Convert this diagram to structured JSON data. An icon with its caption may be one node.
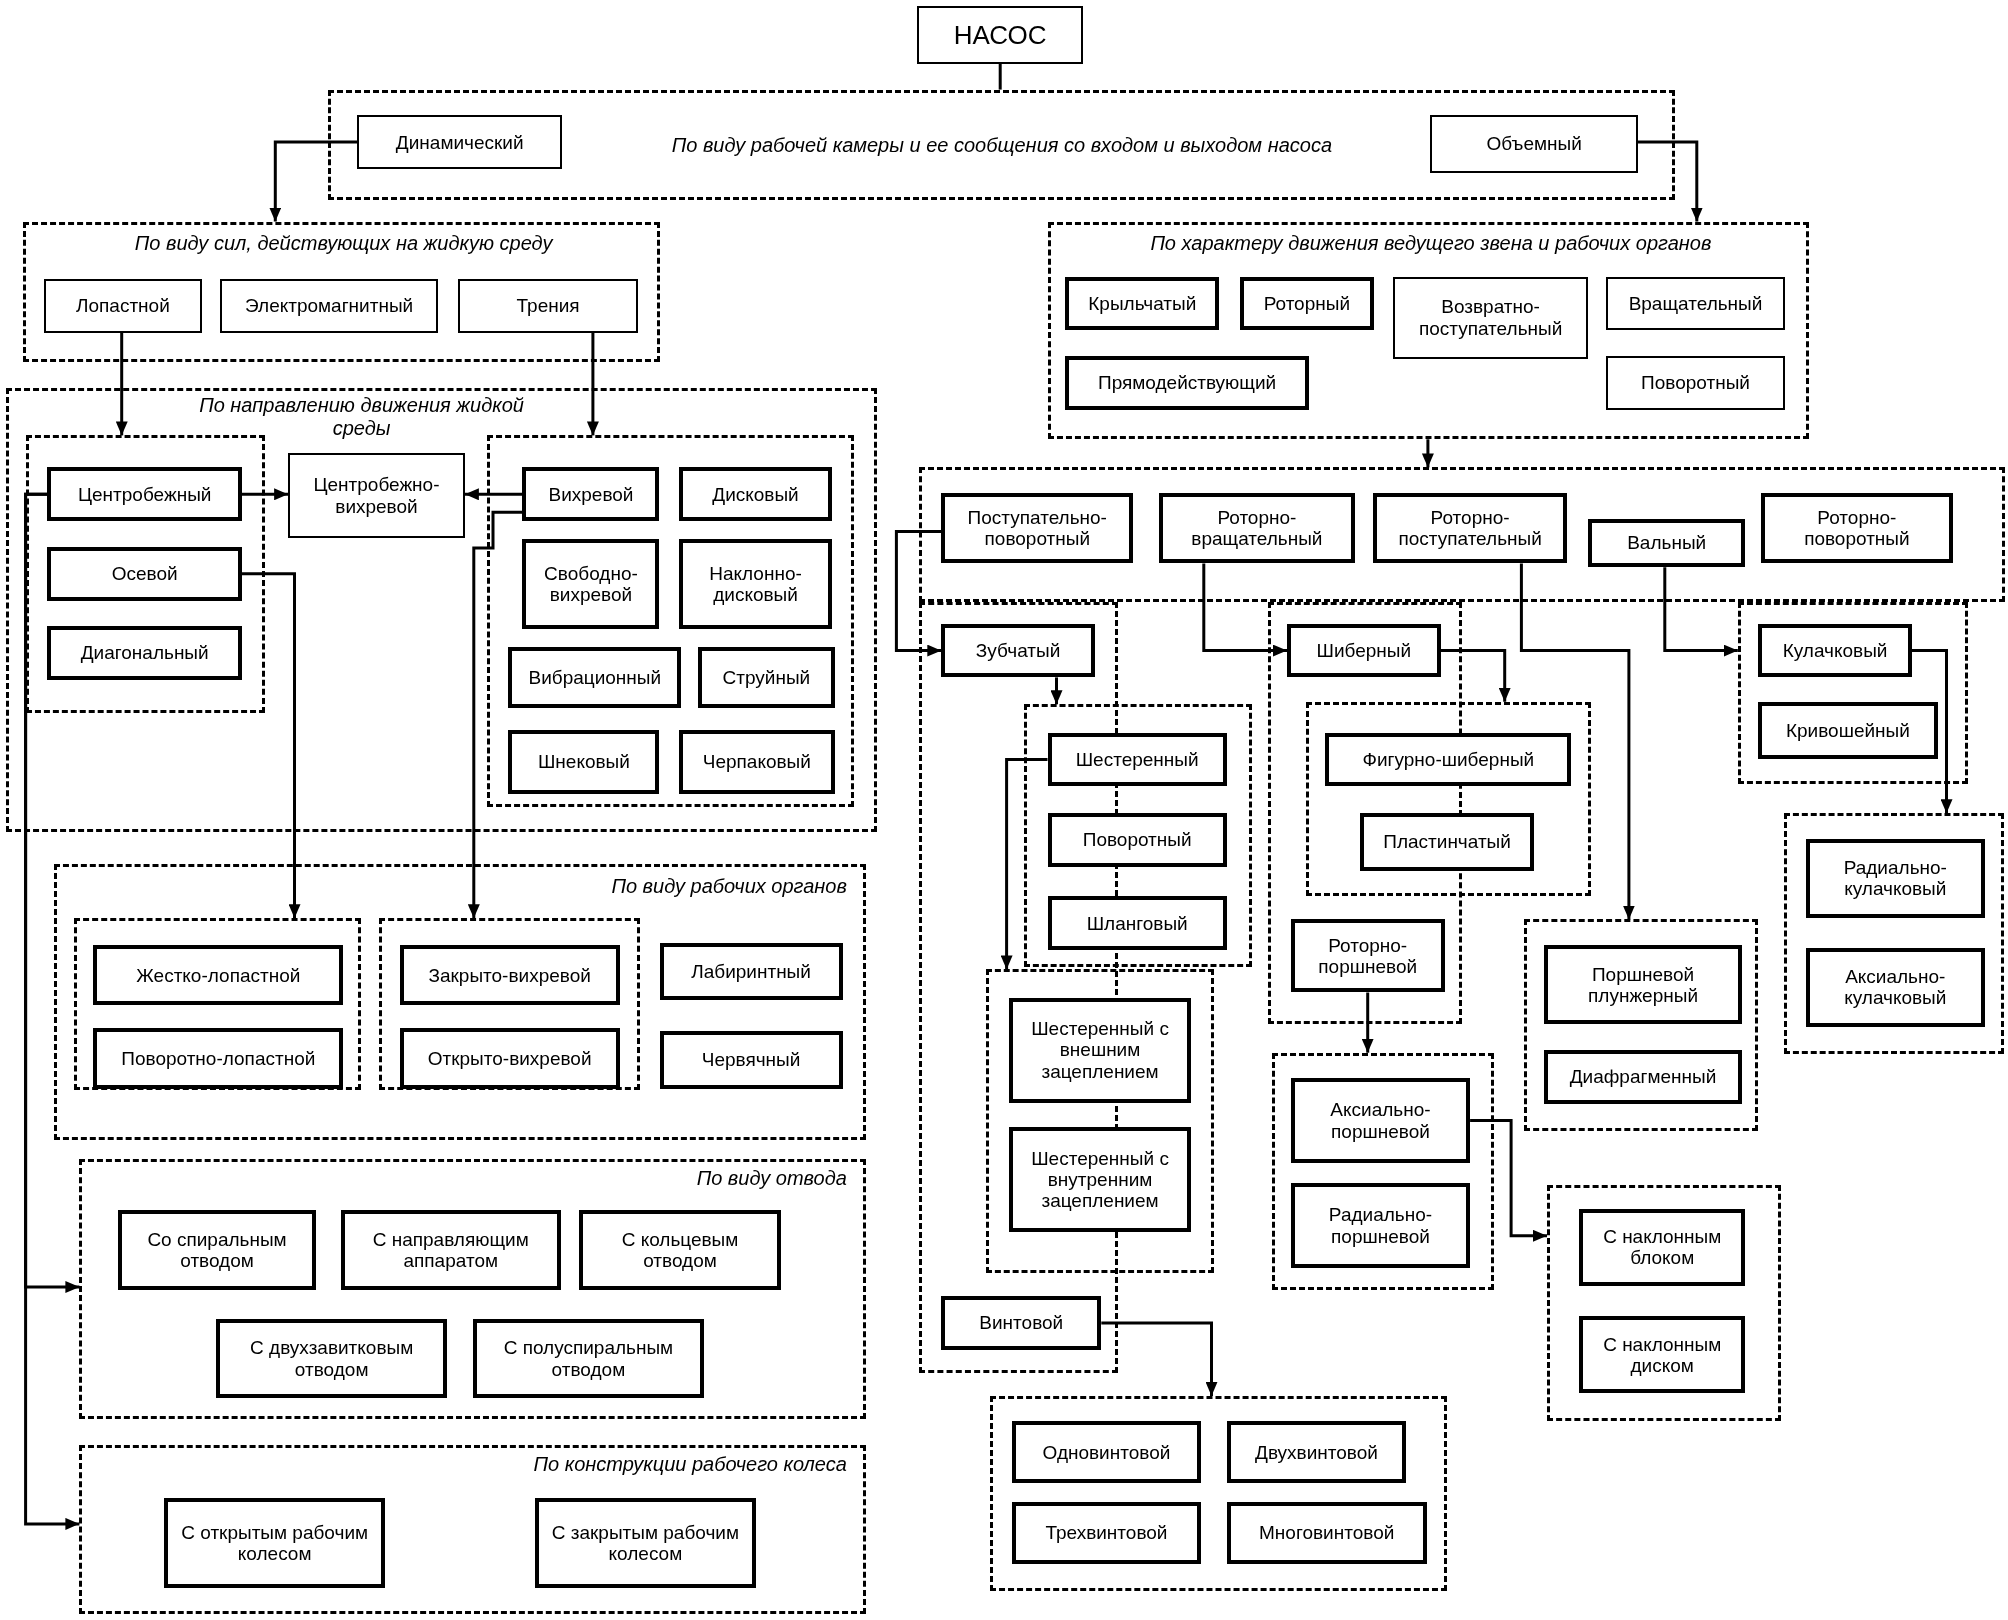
{
  "diagram": {
    "nodes": [
      {
        "text": [
          "НАСОС"
        ]
      },
      {
        "text": [
          "По виду рабочей камеры и ее сообщения со входом и выходом насоса"
        ]
      },
      {
        "text": [
          "Динамический"
        ],
        "in": 1
      },
      {
        "text": [
          "Объемный"
        ],
        "in": 1
      },
      {
        "text": [
          "По виду сил, действующих на жидкую среду"
        ]
      },
      {
        "text": [
          "Лопастной"
        ],
        "in": 4
      },
      {
        "text": [
          "Электромагнитный"
        ],
        "in": 4
      },
      {
        "text": [
          "Трения"
        ],
        "in": 4
      },
      {
        "text": [
          "По характеру движения ведущего звена и рабочих органов"
        ]
      },
      {
        "text": [
          "Крыльчатый"
        ],
        "in": 8
      },
      {
        "text": [
          "Роторный"
        ],
        "in": 8
      },
      {
        "text": [
          "Возвратно-поступательный"
        ],
        "in": 8
      },
      {
        "text": [
          "Вращательный"
        ],
        "in": 8
      },
      {
        "text": [
          "Прямодействующий"
        ],
        "in": 8
      },
      {
        "text": [
          "Поворотный"
        ],
        "in": 8
      },
      {
        "text": [
          "По направлению движения жидкой среды"
        ]
      },
      {
        "text": [],
        "shape": "box",
        "in": 15
      },
      {
        "text": [
          "Центробежный"
        ],
        "in": 16
      },
      {
        "text": [
          "Осевой"
        ],
        "in": 16
      },
      {
        "text": [
          "Диагональный"
        ],
        "in": 16
      },
      {
        "text": [
          "Центробежно-вихревой"
        ],
        "in": 15
      },
      {
        "text": [],
        "shape": "box",
        "in": 15
      },
      {
        "text": [
          "Вихревой"
        ],
        "in": 21
      },
      {
        "text": [
          "Дисковый"
        ],
        "in": 21
      },
      {
        "text": [
          "Свободно-вихревой"
        ],
        "in": 21
      },
      {
        "text": [
          "Наклонно-дисковый"
        ],
        "in": 21
      },
      {
        "text": [
          "Вибрационный"
        ],
        "in": 21
      },
      {
        "text": [
          "Струйный"
        ],
        "in": 21
      },
      {
        "text": [
          "Шнековый"
        ],
        "in": 21
      },
      {
        "text": [
          "Черпаковый"
        ],
        "in": 21
      },
      {
        "text": [
          "По виду рабочих органов"
        ]
      },
      {
        "text": [],
        "shape": "box",
        "in": 30
      },
      {
        "text": [
          "Жестко-лопастной"
        ],
        "in": 31
      },
      {
        "text": [
          "Поворотно-лопастной"
        ],
        "in": 31
      },
      {
        "text": [],
        "shape": "box",
        "in": 30
      },
      {
        "text": [
          "Закрыто-вихревой"
        ],
        "in": 34
      },
      {
        "text": [
          "Открыто-вихревой"
        ],
        "in": 34
      },
      {
        "text": [
          "Лабиринтный"
        ],
        "in": 30
      },
      {
        "text": [
          "Червячный"
        ],
        "in": 30
      },
      {
        "text": [
          "По виду отвода"
        ]
      },
      {
        "text": [
          "Со спиральным отводом"
        ],
        "in": 39
      },
      {
        "text": [
          "С направляющим аппаратом"
        ],
        "in": 39
      },
      {
        "text": [
          "С кольцевым отводом"
        ],
        "in": 39
      },
      {
        "text": [
          "С двухзавитковым отводом"
        ],
        "in": 39
      },
      {
        "text": [
          "С полуспиральным отводом"
        ],
        "in": 39
      },
      {
        "text": [
          "По конструкции рабочего колеса"
        ]
      },
      {
        "text": [
          "С открытым рабочим колесом"
        ],
        "in": 45
      },
      {
        "text": [
          "С закрытым рабочим колесом"
        ],
        "in": 45
      },
      {
        "text": [],
        "shape": "box"
      },
      {
        "text": [
          "Поступательно-поворотный"
        ],
        "in": 48
      },
      {
        "text": [
          "Роторно-вращательный"
        ],
        "in": 48
      },
      {
        "text": [
          "Роторно-поступательный"
        ],
        "in": 48
      },
      {
        "text": [
          "Вальный"
        ],
        "in": 48
      },
      {
        "text": [
          "Роторно-поворотный"
        ],
        "in": 48
      },
      {
        "text": [],
        "shape": "box"
      },
      {
        "text": [
          "Зубчатый"
        ],
        "in": 54
      },
      {
        "text": [],
        "shape": "box"
      },
      {
        "text": [
          "Шестеренный"
        ],
        "in": 56
      },
      {
        "text": [
          "Поворотный"
        ],
        "in": 56
      },
      {
        "text": [
          "Шланговый"
        ],
        "in": 56
      },
      {
        "text": [],
        "shape": "box"
      },
      {
        "text": [
          "Шестеренный с внешним зацеплением"
        ],
        "in": 60
      },
      {
        "text": [
          "Шестеренный с внутренним зацеплением"
        ],
        "in": 60
      },
      {
        "text": [
          "Винтовой"
        ],
        "in": 54
      },
      {
        "text": [],
        "shape": "box"
      },
      {
        "text": [
          "Одновинтовой"
        ],
        "in": 64
      },
      {
        "text": [
          "Двухвинтовой"
        ],
        "in": 64
      },
      {
        "text": [
          "Трехвинтовой"
        ],
        "in": 64
      },
      {
        "text": [
          "Многовинтовой"
        ],
        "in": 64
      },
      {
        "text": [],
        "shape": "box"
      },
      {
        "text": [
          "Шиберный"
        ],
        "in": 69
      },
      {
        "text": [],
        "shape": "box"
      },
      {
        "text": [
          "Фигурно-шиберный"
        ],
        "in": 71
      },
      {
        "text": [
          "Пластинчатый"
        ],
        "in": 71
      },
      {
        "text": [
          "Роторно-поршневой"
        ],
        "in": 69
      },
      {
        "text": [],
        "shape": "box"
      },
      {
        "text": [
          "Аксиально-поршневой"
        ],
        "in": 75
      },
      {
        "text": [
          "Радиально-поршневой"
        ],
        "in": 75
      },
      {
        "text": [],
        "shape": "box"
      },
      {
        "text": [
          "С наклонным блоком"
        ],
        "in": 78
      },
      {
        "text": [
          "С наклонным диском"
        ],
        "in": 78
      },
      {
        "text": [],
        "shape": "box"
      },
      {
        "text": [
          "Поршневой плунжерный"
        ],
        "in": 81
      },
      {
        "text": [
          "Диафрагменный"
        ],
        "in": 81
      },
      {
        "text": [],
        "shape": "box"
      },
      {
        "text": [
          "Кулачковый"
        ],
        "in": 84
      },
      {
        "text": [
          "Кривошейный"
        ],
        "in": 84
      },
      {
        "text": [],
        "shape": "box"
      },
      {
        "text": [
          "Радиально-кулачковый"
        ],
        "in": 87
      },
      {
        "text": [
          "Аксиально-кулачковый"
        ],
        "in": 87
      }
    ],
    "edges": [
      {
        "from": 0,
        "to": 1,
        "arrow": "none"
      },
      {
        "from": 2,
        "to": 4,
        "arrow": "to"
      },
      {
        "from": 3,
        "to": 8,
        "arrow": "to"
      },
      {
        "from": 5,
        "to": 16,
        "arrow": "to"
      },
      {
        "from": 7,
        "to": 21,
        "arrow": "to"
      },
      {
        "from": 17,
        "to": 20,
        "arrow": "to"
      },
      {
        "from": 22,
        "to": 20,
        "arrow": "to"
      },
      {
        "from": 18,
        "to": 31,
        "arrow": "to"
      },
      {
        "from": 22,
        "to": 34,
        "arrow": "to"
      },
      {
        "from": 17,
        "to": 39,
        "arrow": "to"
      },
      {
        "from": 17,
        "to": 45,
        "arrow": "to"
      },
      {
        "from": 8,
        "to": 48,
        "arrow": "to"
      },
      {
        "from": 49,
        "to": 55,
        "arrow": "to"
      },
      {
        "from": 55,
        "to": 56,
        "arrow": "to"
      },
      {
        "from": 57,
        "to": 60,
        "arrow": "to"
      },
      {
        "from": 63,
        "to": 64,
        "arrow": "to"
      },
      {
        "from": 50,
        "to": 70,
        "arrow": "to"
      },
      {
        "from": 70,
        "to": 71,
        "arrow": "to"
      },
      {
        "from": 74,
        "to": 75,
        "arrow": "to"
      },
      {
        "from": 76,
        "to": 78,
        "arrow": "to"
      },
      {
        "from": 51,
        "to": 81,
        "arrow": "to"
      },
      {
        "from": 52,
        "to": 84,
        "arrow": "to"
      },
      {
        "from": 85,
        "to": 87,
        "arrow": "to"
      }
    ]
  }
}
